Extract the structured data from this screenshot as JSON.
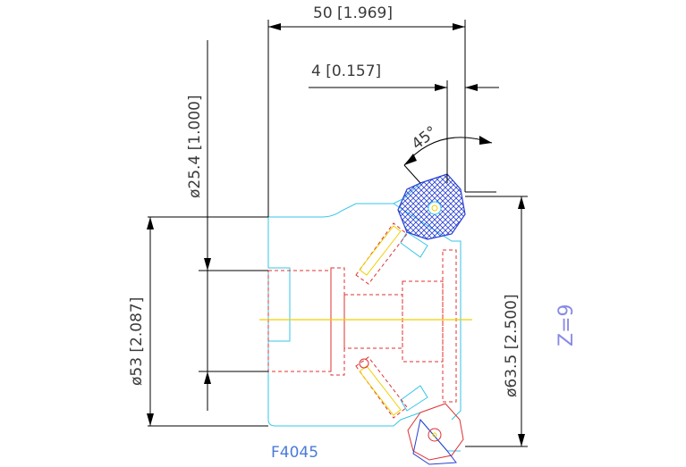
{
  "dimensions": {
    "overall_length": "50 [1.969]",
    "chamfer_width": "4 [0.157]",
    "chamfer_angle": "45°",
    "bore_diameter": "ø25.4 [1.000]",
    "body_diameter": "ø53 [2.087]",
    "cutting_diameter": "ø63.5 [2.500]"
  },
  "insert_count": "Z=9",
  "model": "F4045",
  "colors": {
    "outline": "#36c6e8",
    "hidden_lines": "#e03030",
    "centerline": "#f0d000",
    "insert_hatch": "#2a40d0",
    "dimension_lines": "#000000",
    "z_text": "#8a8ae6",
    "model_text": "#4a7bd8"
  }
}
